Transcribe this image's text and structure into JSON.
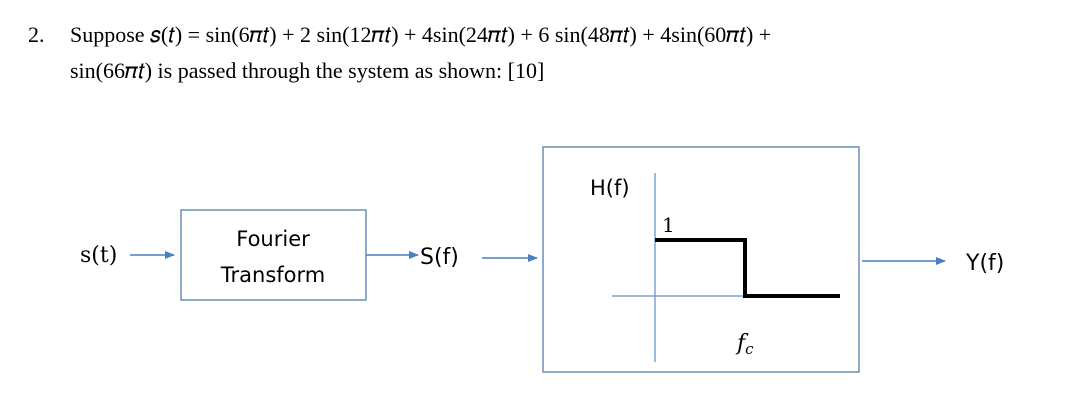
{
  "question": {
    "number": "2.",
    "line1": "Suppose 𝑠(𝑡) = sin(6𝜋𝑡) + 2 sin(12𝜋𝑡) + 4sin(24𝜋𝑡) + 6 sin(48𝜋𝑡) + 4sin(60𝜋𝑡) +",
    "line2": "sin(66𝜋𝑡)  is passed through the system as shown: [10]"
  },
  "diagram": {
    "input_label": "s(t)",
    "fourier_box_line1": "Fourier",
    "fourier_box_line2": "Transform",
    "spectrum_label": "S(f)",
    "filter_title": "H(f)",
    "filter_gain_label": "1",
    "cutoff_label": "fc",
    "output_label": "Y(f)",
    "colors": {
      "arrow": "#4a7fc1",
      "box_border": "#6b8fb8",
      "axis": "#7aa3d6",
      "filter": "#000000"
    }
  }
}
